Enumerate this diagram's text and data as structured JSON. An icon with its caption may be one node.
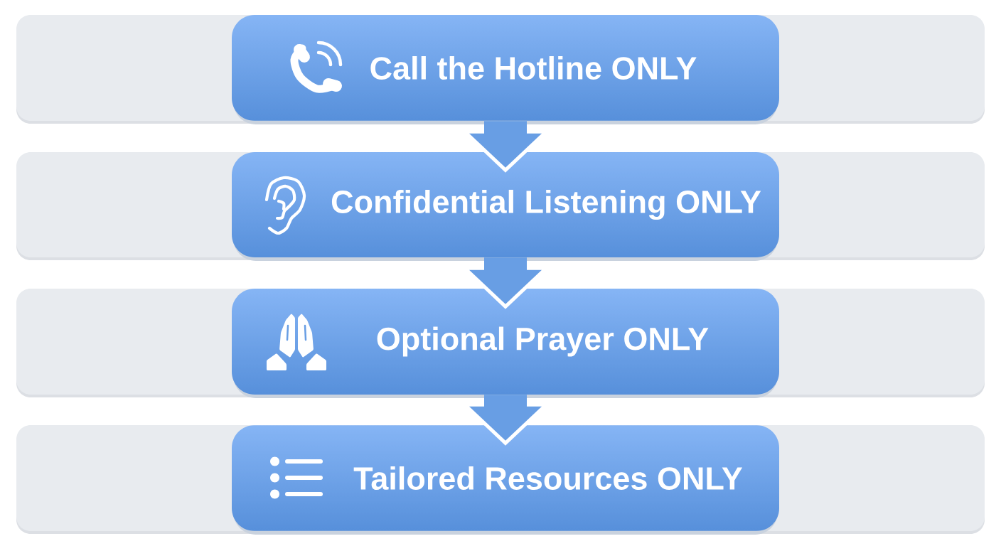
{
  "diagram": {
    "nodes": [
      {
        "text": [
          "Call the Hotline ONLY"
        ]
      },
      {
        "text": [
          "Confidential Listening ONLY"
        ]
      },
      {
        "text": [
          "Optional Prayer ONLY"
        ]
      },
      {
        "text": [
          "Tailored Resources ONLY"
        ]
      }
    ],
    "edges": [
      {
        "from": 0,
        "to": 1,
        "arrow": "to"
      },
      {
        "from": 1,
        "to": 2,
        "arrow": "to"
      },
      {
        "from": 2,
        "to": 3,
        "arrow": "to"
      }
    ]
  }
}
